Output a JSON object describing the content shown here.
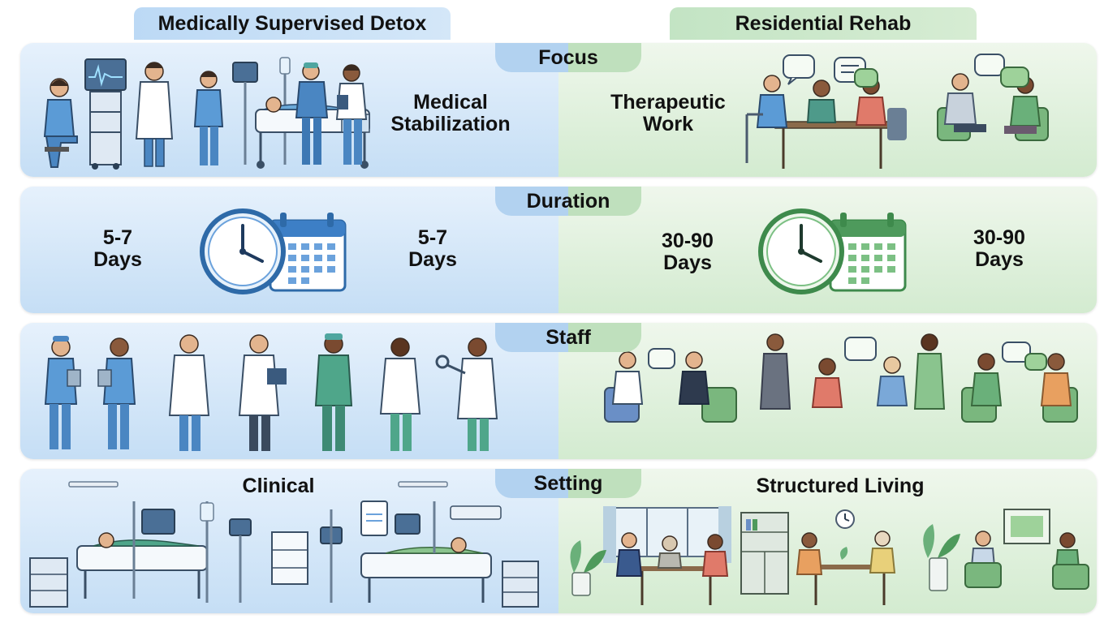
{
  "headers": {
    "left": "Medically Supervised Detox",
    "right": "Residential Rehab"
  },
  "rows": [
    {
      "tab": "Focus",
      "left": [
        "Medical",
        "Stabilization"
      ],
      "right": [
        "Therapeutic",
        "Work"
      ]
    },
    {
      "tab": "Duration",
      "left_a": [
        "5-7",
        "Days"
      ],
      "left_b": [
        "5-7",
        "Days"
      ],
      "right_a": [
        "30-90",
        "Days"
      ],
      "right_b": [
        "30-90",
        "Days"
      ]
    },
    {
      "tab": "Staff"
    },
    {
      "tab": "Setting",
      "left": "Clinical",
      "right": "Structured Living"
    }
  ],
  "colors": {
    "left_theme": "#c5def5",
    "right_theme": "#d3ebd0",
    "left_accent": "#3d7fc6",
    "right_accent": "#4e9a5c"
  }
}
